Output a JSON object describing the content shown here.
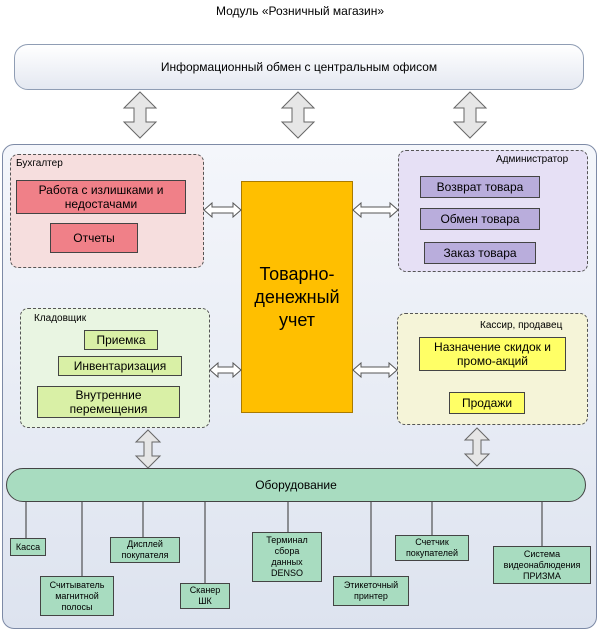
{
  "title": "Модуль «Розничный магазин»",
  "top_bar": "Информационный обмен с центральным офисом",
  "center": {
    "line1": "Товарно-",
    "line2": "денежный",
    "line3": "учет"
  },
  "accountant": {
    "label": "Бухгалтер",
    "items": [
      {
        "line1": "Работа с излишками  и",
        "line2": "недостачами"
      },
      {
        "line1": "Отчеты"
      }
    ]
  },
  "admin": {
    "label": "Администратор",
    "items": [
      "Возврат товара",
      "Обмен товара",
      "Заказ товара"
    ]
  },
  "storekeeper": {
    "label": "Кладовщик",
    "items": [
      {
        "line1": "Приемка"
      },
      {
        "line1": "Инвентаризация"
      },
      {
        "line1": "Внутренние",
        "line2": "перемещения"
      }
    ]
  },
  "cashier": {
    "label": "Кассир, продавец",
    "items": [
      {
        "line1": "Назначение скидок и",
        "line2": "промо-акций"
      },
      {
        "line1": "Продажи"
      }
    ]
  },
  "equipment": {
    "label": "Оборудование",
    "devices": [
      {
        "lines": [
          "Касса"
        ]
      },
      {
        "lines": [
          "Считыватель",
          "магнитной",
          "полосы"
        ]
      },
      {
        "lines": [
          "Дисплей",
          "покупателя"
        ]
      },
      {
        "lines": [
          "Сканер",
          "ШК"
        ]
      },
      {
        "lines": [
          "Терминал",
          "сбора",
          "данных",
          "DENSO"
        ]
      },
      {
        "lines": [
          "Этикеточный",
          "принтер"
        ]
      },
      {
        "lines": [
          "Счетчик",
          "покупателей"
        ]
      },
      {
        "lines": [
          "Система",
          "видеонаблюдения",
          "ПРИЗМА"
        ]
      }
    ]
  }
}
